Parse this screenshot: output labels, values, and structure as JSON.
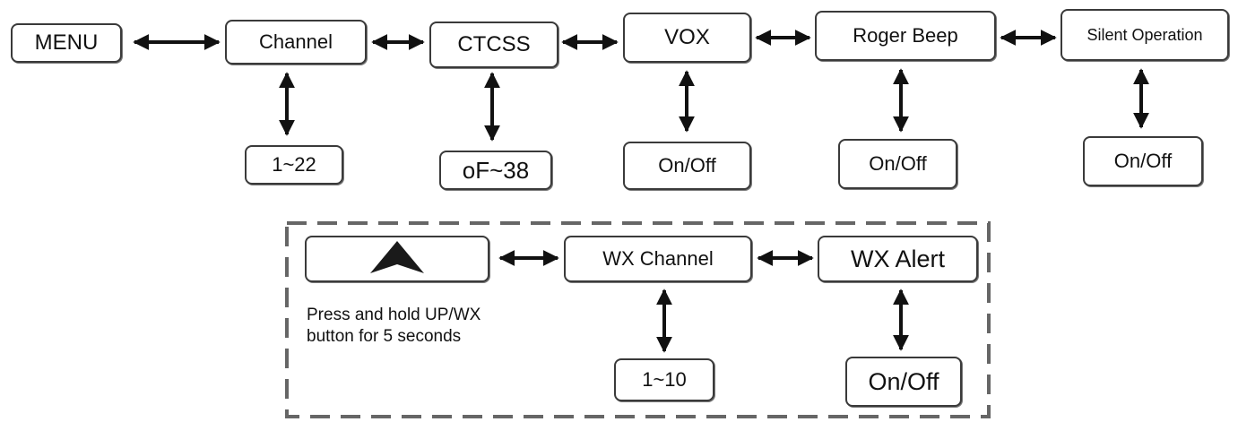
{
  "nodes": {
    "menu": "MENU",
    "channel": "Channel",
    "ctcss": "CTCSS",
    "vox": "VOX",
    "roger_beep": "Roger Beep",
    "silent_operation": "Silent Operation",
    "channel_range": "1~22",
    "ctcss_range": "oF~38",
    "vox_value": "On/Off",
    "roger_beep_value": "On/Off",
    "silent_operation_value": "On/Off",
    "wx_channel": "WX Channel",
    "wx_alert": "WX Alert",
    "wx_channel_range": "1~10",
    "wx_alert_value": "On/Off"
  },
  "wx_instruction": {
    "line1": "Press and hold UP/WX",
    "line2": "button for 5 seconds"
  },
  "icons": {
    "up_button": "up-arrow-icon"
  },
  "colors": {
    "line": "#111111",
    "box_border": "#3a3a3a",
    "dashed_border": "#666666"
  }
}
